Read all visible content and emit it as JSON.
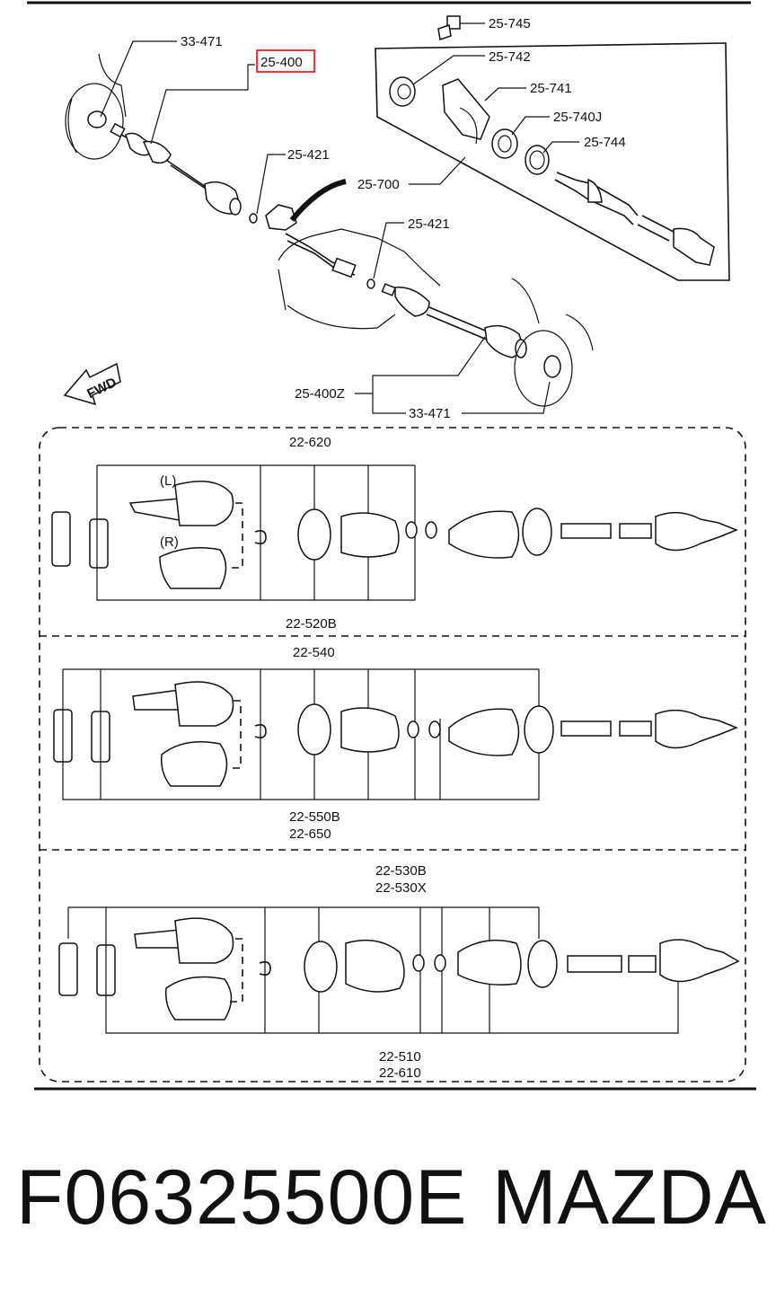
{
  "labels": {
    "top_33_471": "33-471",
    "top_25_400": "25-400",
    "top_25_745": "25-745",
    "top_25_742": "25-742",
    "top_25_741": "25-741",
    "top_25_740j": "25-740J",
    "top_25_744": "25-744",
    "top_25_421_a": "25-421",
    "top_25_700": "25-700",
    "top_25_421_b": "25-421",
    "fwd": "FWD",
    "bot_25_400z": "25-400Z",
    "bot_33_471": "33-471",
    "p1_top": "22-620",
    "p1_l": "(L)",
    "p1_r": "(R)",
    "p1_bottom": "22-520B",
    "p2_top": "22-540",
    "p2_bottom_1": "22-550B",
    "p2_bottom_2": "22-650",
    "p3_top_1": "22-530B",
    "p3_top_2": "22-530X",
    "p3_bottom_1": "22-510",
    "p3_bottom_2": "22-610"
  },
  "footer": {
    "part_number": "F06325500E",
    "brand": "MAZDA"
  },
  "colors": {
    "line": "#111111",
    "highlight": "#e8232a",
    "background": "#ffffff"
  }
}
